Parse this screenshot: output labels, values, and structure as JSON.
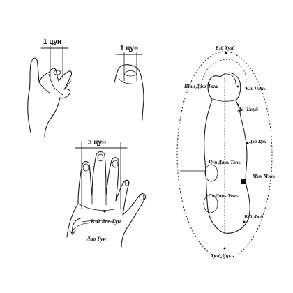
{
  "measures": {
    "thumb": "1 цун",
    "middle_finger": "1 цун",
    "four_fingers": "3 цун"
  },
  "hand_points": {
    "vei_lao_gun": "Вэй Лао Гун",
    "lao_gun": "Лао Гун"
  },
  "body_points": {
    "bai_hui": "Бэй Хуэй",
    "shan_dan_tian": "Шан Дань Тянь",
    "yu_chen": "Юй Чань",
    "da_zhui": "Да Чжуй",
    "dzya_ji": "Дзя Цзи",
    "chun_dan_tian": "Чун Дань Тянь",
    "min_men": "Мин Мэнь",
    "sya_dan_tian": "Ся Дань Тянь",
    "vei_lyui": "Вэй Люй",
    "hui_yin": "Хуэй Инь"
  }
}
